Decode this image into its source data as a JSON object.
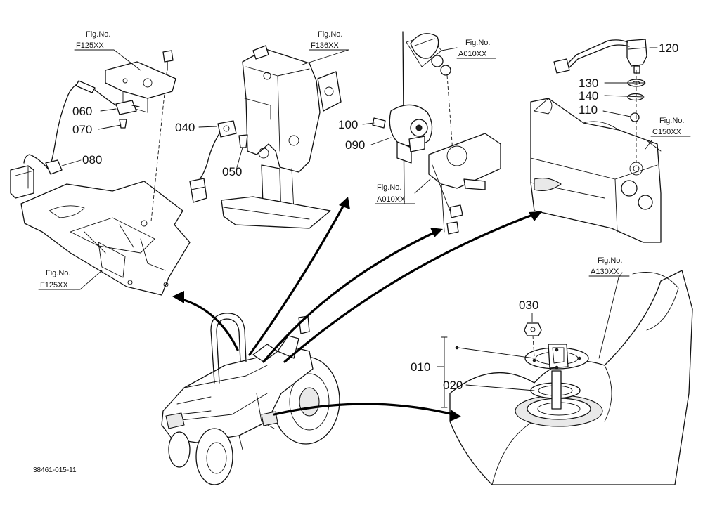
{
  "figure_refs": {
    "f125_top": {
      "label": "Fig.No.",
      "ref": "F125XX"
    },
    "f136": {
      "label": "Fig.No.",
      "ref": "F136XX"
    },
    "a010_top": {
      "label": "Fig.No.",
      "ref": "A010XX"
    },
    "a010_mid": {
      "label": "Fig.No.",
      "ref": "A010XX"
    },
    "c150": {
      "label": "Fig.No.",
      "ref": "C150XX"
    },
    "f125_bottom": {
      "label": "Fig.No.",
      "ref": "F125XX"
    },
    "a130": {
      "label": "Fig.No.",
      "ref": "A130XX"
    }
  },
  "parts": {
    "p010": "010",
    "p020": "020",
    "p030": "030",
    "p040": "040",
    "p050": "050",
    "p060": "060",
    "p070": "070",
    "p080": "080",
    "p090": "090",
    "p100": "100",
    "p110": "110",
    "p120": "120",
    "p130": "130",
    "p140": "140"
  },
  "drawing_code": "38461-015-11"
}
